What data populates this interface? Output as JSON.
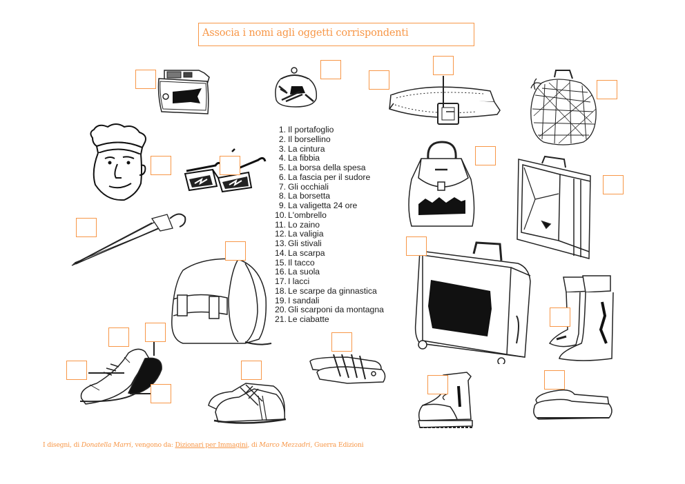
{
  "title": "Associa i nomi agli oggetti corrispondenti",
  "accent_color": "#f79646",
  "word_list": [
    {
      "num": "1.",
      "text": "Il portafoglio"
    },
    {
      "num": "2.",
      "text": "Il borsellino"
    },
    {
      "num": "3.",
      "text": "La cintura"
    },
    {
      "num": "4.",
      "text": "La fibbia"
    },
    {
      "num": "5.",
      "text": "La borsa della spesa"
    },
    {
      "num": "6.",
      "text": "La fascia per il sudore"
    },
    {
      "num": "7.",
      "text": "Gli occhiali"
    },
    {
      "num": "8.",
      "text": "La borsetta"
    },
    {
      "num": "9.",
      "text": "La valigetta 24 ore"
    },
    {
      "num": "10.",
      "text": "L'ombrello"
    },
    {
      "num": "11.",
      "text": "Lo zaino"
    },
    {
      "num": "12.",
      "text": "La valigia"
    },
    {
      "num": "13.",
      "text": "Gli stivali"
    },
    {
      "num": "14.",
      "text": "La scarpa"
    },
    {
      "num": "15.",
      "text": "Il tacco"
    },
    {
      "num": "16.",
      "text": "La suola"
    },
    {
      "num": "17.",
      "text": "I lacci"
    },
    {
      "num": "18.",
      "text": "Le scarpe da ginnastica"
    },
    {
      "num": "19.",
      "text": "I sandali"
    },
    {
      "num": "20.",
      "text": "Gli scarponi da montagna"
    },
    {
      "num": "21.",
      "text": "Le ciabatte"
    }
  ],
  "answer_boxes": {
    "wallet": "",
    "coin_purse": "",
    "belt": "",
    "buckle": "",
    "shopping_bag": "",
    "sweatband": "",
    "sunglasses": "",
    "handbag": "",
    "briefcase": "",
    "umbrella": "",
    "backpack": "",
    "suitcase": "",
    "boots": "",
    "shoe": "",
    "heel": "",
    "sole": "",
    "laces": "",
    "sneakers": "",
    "sandals": "",
    "hiking_boots": "",
    "slippers": ""
  },
  "footer": {
    "prefix": "I disegni, di ",
    "illustrator": "Donatella Marri",
    "middle": ", vengono da: ",
    "book": "Dizionari per Immagini",
    "sep": ", di ",
    "author": "Marco Mezzadri",
    "suffix": ", Guerra Edizioni"
  }
}
